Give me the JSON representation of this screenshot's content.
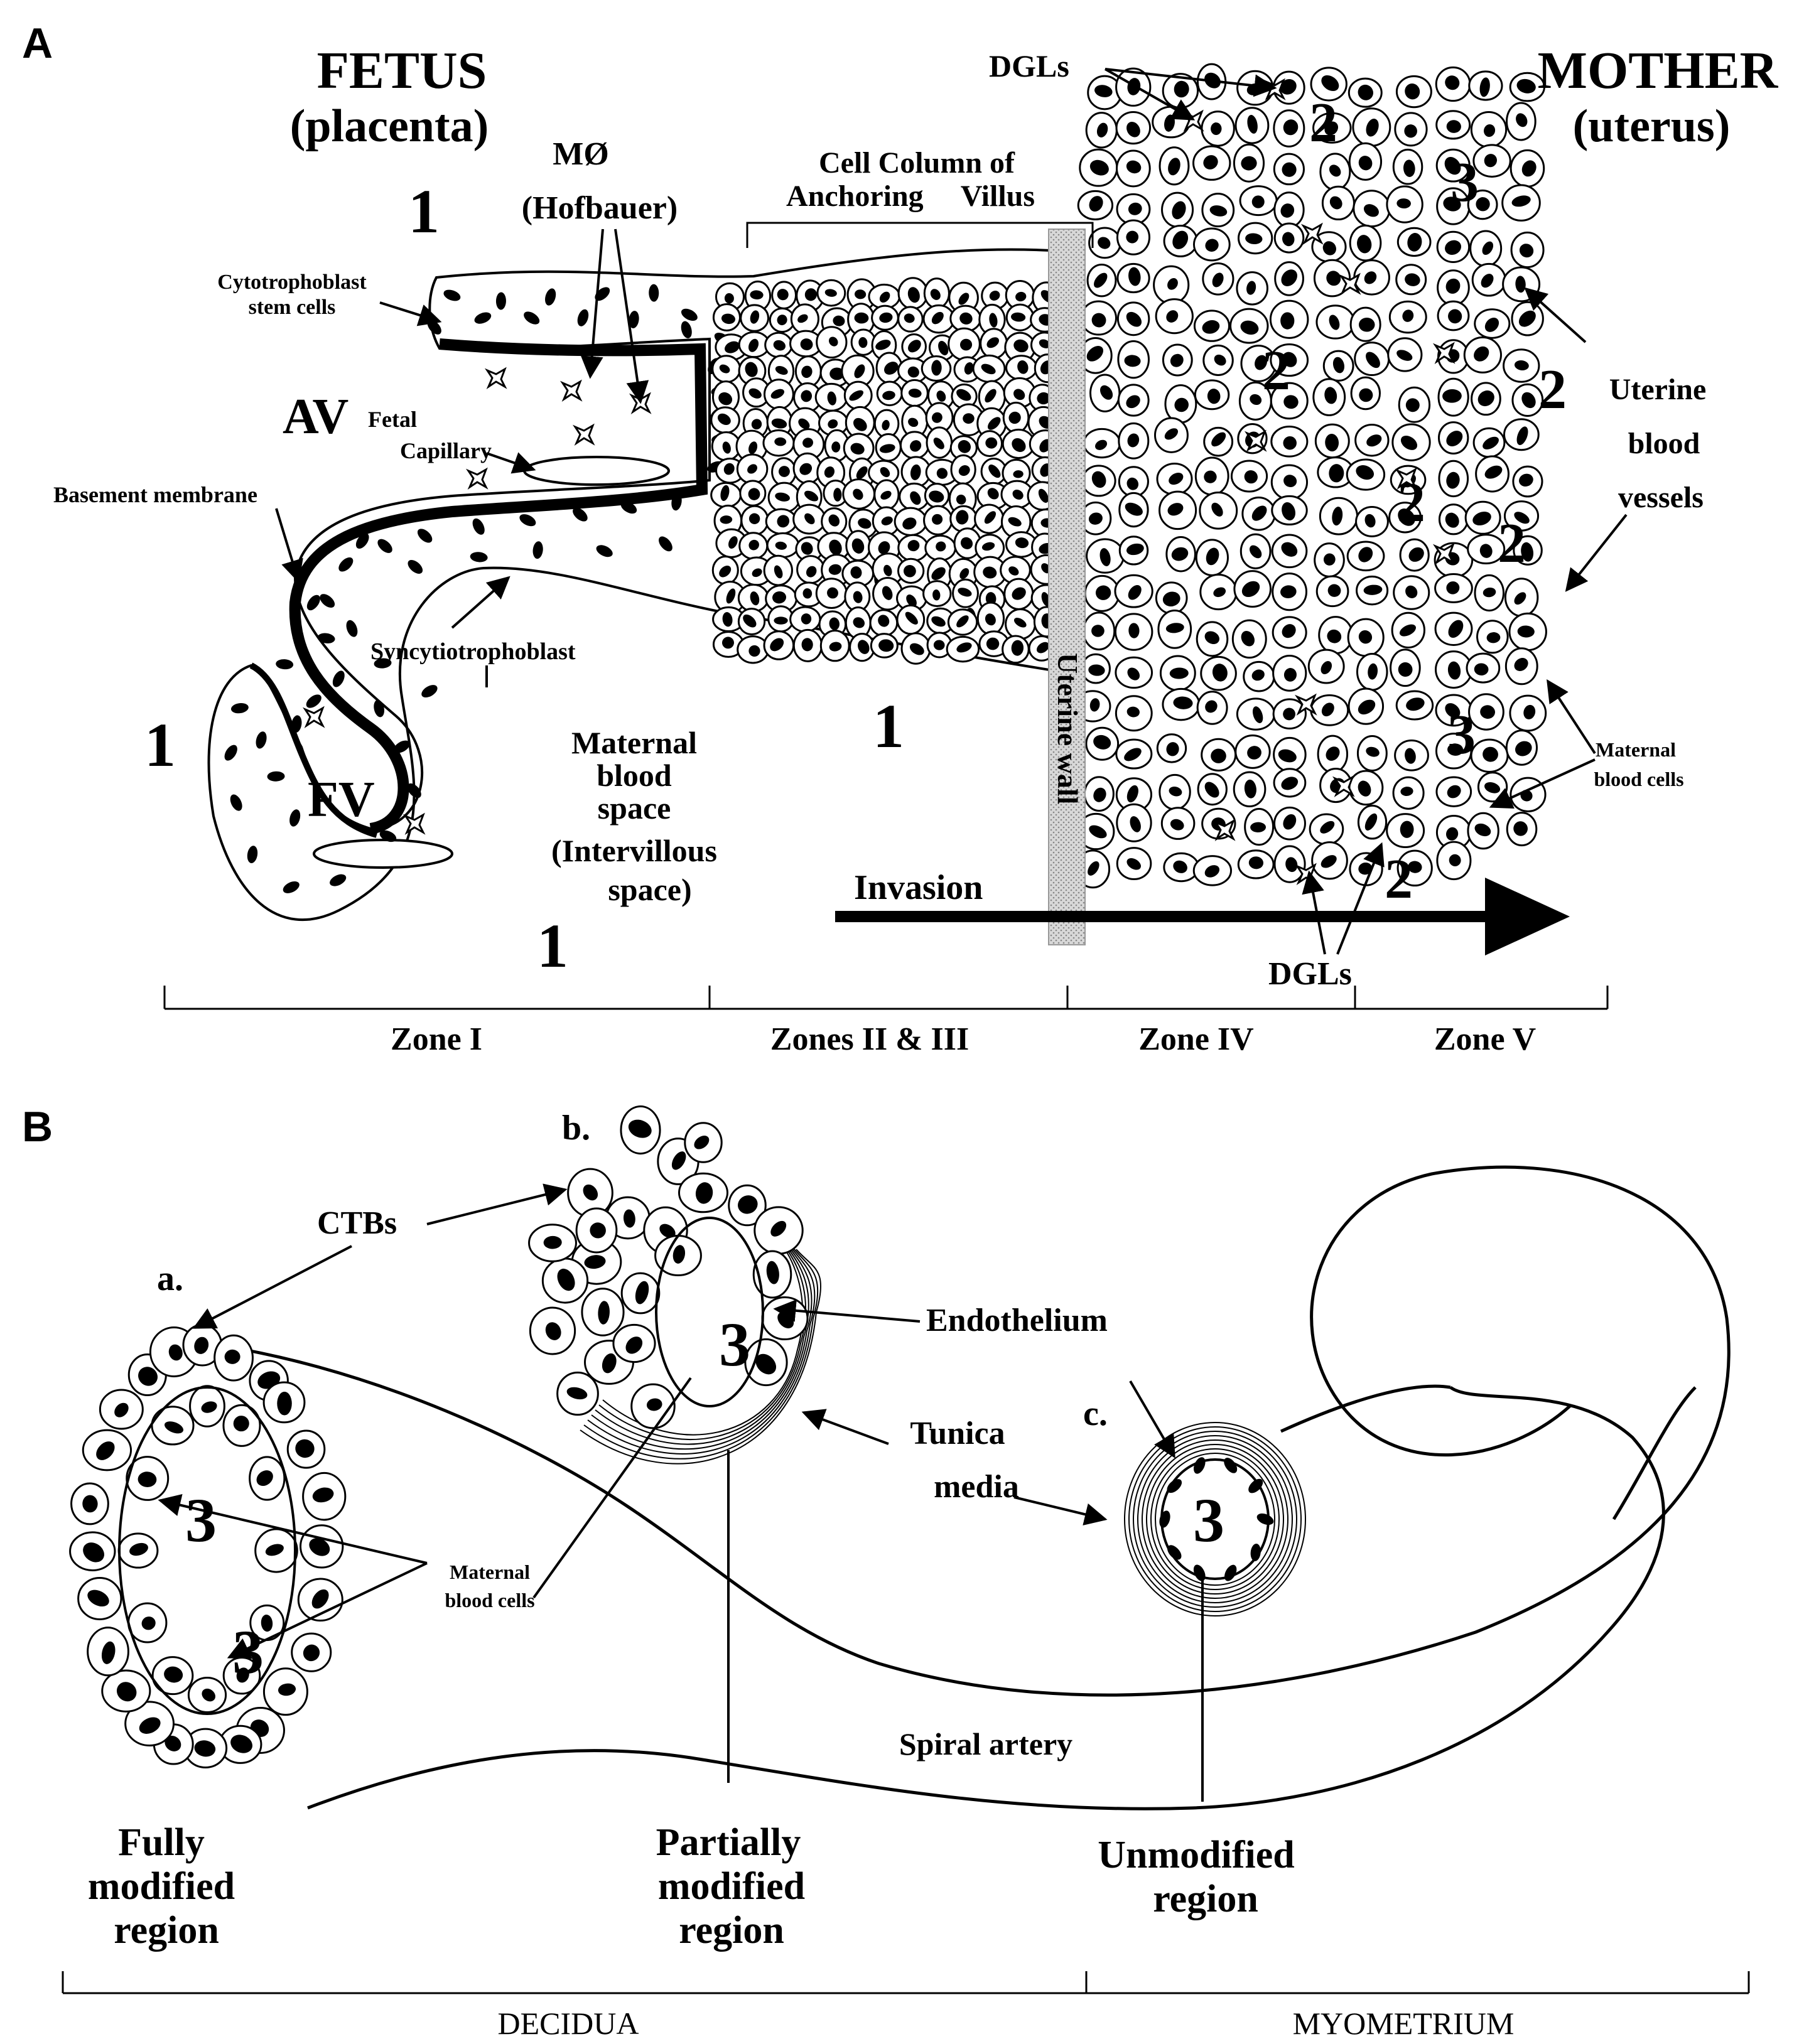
{
  "panel_a": {
    "panel_letter": "A",
    "fetus_title": "FETUS",
    "fetus_subtitle": "(placenta)",
    "mother_title": "MOTHER",
    "mother_subtitle": "(uterus)",
    "labels": {
      "dgls_top": "DGLs",
      "dgls_bottom": "DGLs",
      "mo": "MØ",
      "hofbauer": "(Hofbauer)",
      "cell_column_1": "Cell Column of",
      "cell_column_2": "Anchoring     Villus",
      "cytotrophoblast_1": "Cytotrophoblast",
      "cytotrophoblast_2": "stem cells",
      "av": "AV",
      "fetal_capillary_1": "Fetal",
      "fetal_capillary_2": "Capillary",
      "basement_membrane": "Basement membrane",
      "syncytiotrophoblast": "Syncytiotrophoblast",
      "fv": "FV",
      "maternal_space_1": "Maternal",
      "maternal_space_2": "blood",
      "maternal_space_3": "space",
      "maternal_space_4": "(Intervillous",
      "maternal_space_5": "space)",
      "invasion": "Invasion",
      "uterine_wall": "Uterine wall",
      "uterine_vessels_1": "Uterine",
      "uterine_vessels_2": "blood",
      "uterine_vessels_3": "vessels",
      "maternal_cells_1": "Maternal",
      "maternal_cells_2": "blood cells"
    },
    "numbers": [
      "1",
      "1",
      "1",
      "1",
      "2",
      "2",
      "2",
      "2",
      "2",
      "2",
      "3",
      "3"
    ],
    "zones": [
      "Zone I",
      "Zones II & III",
      "Zone IV",
      "Zone V"
    ]
  },
  "panel_b": {
    "panel_letter": "B",
    "labels": {
      "a": "a.",
      "b": "b.",
      "c": "c.",
      "ctbs": "CTBs",
      "endothelium": "Endothelium",
      "tunica_1": "Tunica",
      "tunica_2": "media",
      "maternal_cells_1": "Maternal",
      "maternal_cells_2": "blood cells",
      "spiral_artery": "Spiral artery",
      "num3a": "3",
      "num3b": "3",
      "num3c": "3",
      "num3d": "3"
    },
    "regions": {
      "fully_1": "Fully",
      "fully_2": "modified",
      "fully_3": "region",
      "partial_1": "Partially",
      "partial_2": "modified",
      "partial_3": "region",
      "unmod_1": "Unmodified",
      "unmod_2": "region"
    },
    "layers": [
      "DECIDUA",
      "MYOMETRIUM"
    ]
  }
}
